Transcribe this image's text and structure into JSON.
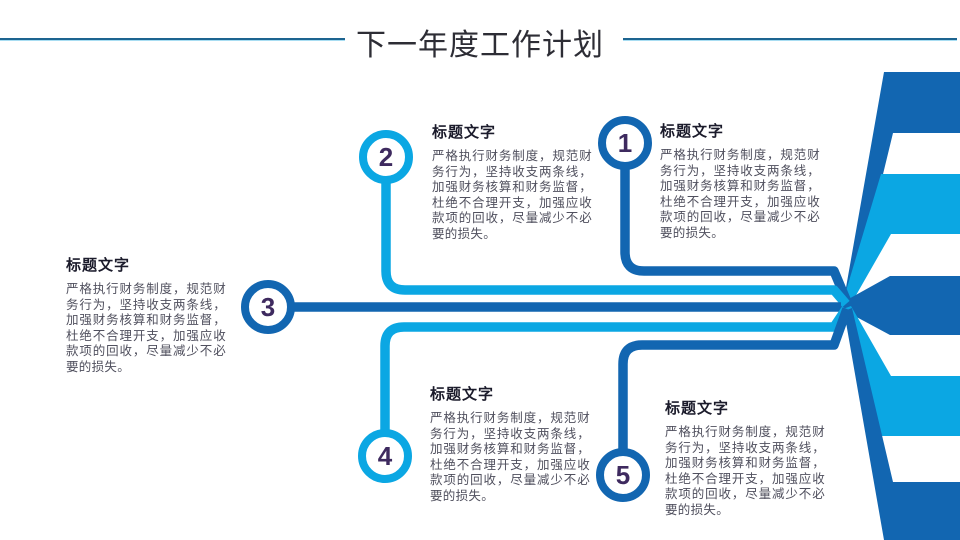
{
  "header": {
    "title": "下一年度工作计划"
  },
  "colors": {
    "dark_blue": "#1266B1",
    "cyan": "#0BA7E3",
    "number_purple": "#3E2A5F",
    "heading_text": "#2D2D35",
    "block_title": "#1B1B2B",
    "body_text": "#50505E",
    "divider": "#1D6490"
  },
  "items": [
    {
      "number": "1",
      "title": "标题文字",
      "body": "严格执行财务制度，规范财务行为，坚持收支两条线，加强财务核算和财务监督，杜绝不合理开支，加强应收款项的回收，尽量减少不必要的损失。"
    },
    {
      "number": "2",
      "title": "标题文字",
      "body": "严格执行财务制度，规范财务行为，坚持收支两条线，加强财务核算和财务监督，杜绝不合理开支，加强应收款项的回收，尽量减少不必要的损失。"
    },
    {
      "number": "3",
      "title": "标题文字",
      "body": "严格执行财务制度，规范财务行为，坚持收支两条线，加强财务核算和财务监督，杜绝不合理开支，加强应收款项的回收，尽量减少不必要的损失。"
    },
    {
      "number": "4",
      "title": "标题文字",
      "body": "严格执行财务制度，规范财务行为，坚持收支两条线，加强财务核算和财务监督，杜绝不合理开支，加强应收款项的回收，尽量减少不必要的损失。"
    },
    {
      "number": "5",
      "title": "标题文字",
      "body": "严格执行财务制度，规范财务行为，坚持收支两条线，加强财务核算和财务监督，杜绝不合理开支，加强应收款项的回收，尽量减少不必要的损失。"
    }
  ]
}
